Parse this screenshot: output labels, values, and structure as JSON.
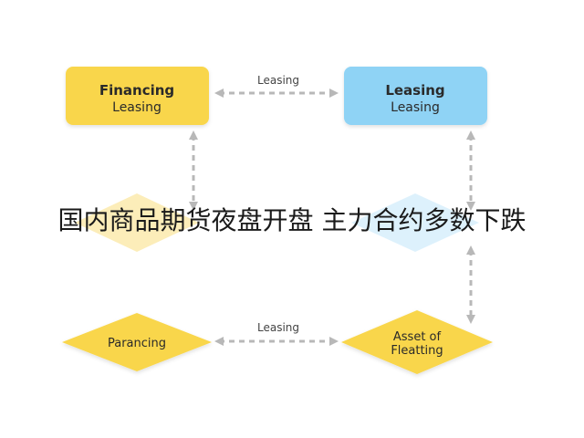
{
  "nodes": {
    "financing": {
      "line1": "Financing",
      "line2": "Leasing",
      "color": "#f9d64c"
    },
    "leasing": {
      "line1": "Leasing",
      "line2": "Leasing",
      "color": "#8fd3f5"
    },
    "parancing": {
      "line1": "Parancing",
      "color": "#f9d64c"
    },
    "asset": {
      "line1": "Asset of",
      "line2": "Fleatting",
      "color": "#f9d64c"
    },
    "faded_left": {
      "color": "#fbe9a8"
    },
    "faded_right": {
      "color": "#d4eefb"
    }
  },
  "edges": {
    "top_label": "Leasing",
    "bottom_label": "Leasing",
    "arrow_color": "#b8b8b8"
  },
  "headline": "国内商品期货夜盘开盘 主力合约多数下跌"
}
